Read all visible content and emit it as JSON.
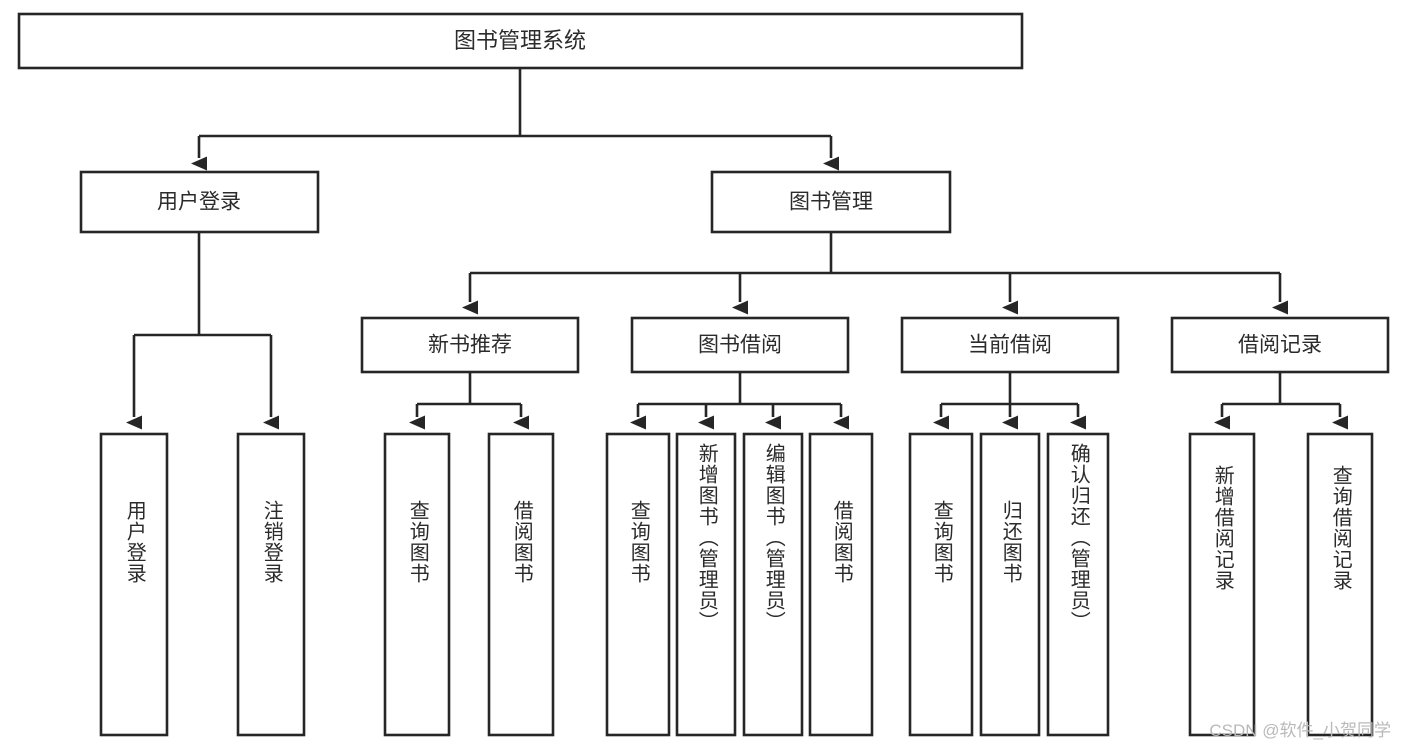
{
  "diagram": {
    "type": "hierarchy-tree",
    "title": "图书管理系统",
    "orientation": "top-down",
    "colors": {
      "stroke": "#262626",
      "fill": "#ffffff",
      "text": "#2b2b2b",
      "watermark": "#b9b9b9",
      "background": "#ffffff"
    },
    "root": {
      "id": "root",
      "label": "图书管理系统",
      "orientation": "horizontal"
    },
    "level2": [
      {
        "id": "user-login",
        "label": "用户登录",
        "orientation": "horizontal"
      },
      {
        "id": "book-management",
        "label": "图书管理",
        "orientation": "horizontal"
      }
    ],
    "level3": [
      {
        "id": "new-book-recommend",
        "label": "新书推荐",
        "orientation": "horizontal",
        "parent": "book-management"
      },
      {
        "id": "book-borrow",
        "label": "图书借阅",
        "orientation": "horizontal",
        "parent": "book-management"
      },
      {
        "id": "current-borrow",
        "label": "当前借阅",
        "orientation": "horizontal",
        "parent": "book-management"
      },
      {
        "id": "borrow-records",
        "label": "借阅记录",
        "orientation": "horizontal",
        "parent": "book-management"
      }
    ],
    "leaves": [
      {
        "id": "leaf-user-login",
        "label": "用户登录",
        "parent": "user-login",
        "orientation": "vertical"
      },
      {
        "id": "leaf-user-logout",
        "label": "注销登录",
        "parent": "user-login",
        "orientation": "vertical"
      },
      {
        "id": "leaf-query-book-1",
        "label": "查询图书",
        "parent": "new-book-recommend",
        "orientation": "vertical"
      },
      {
        "id": "leaf-borrow-book-1",
        "label": "借阅图书",
        "parent": "new-book-recommend",
        "orientation": "vertical"
      },
      {
        "id": "leaf-query-book-2",
        "label": "查询图书",
        "parent": "book-borrow",
        "orientation": "vertical"
      },
      {
        "id": "leaf-add-book",
        "label": "新增图书（管理员）",
        "parent": "book-borrow",
        "orientation": "vertical"
      },
      {
        "id": "leaf-edit-book",
        "label": "编辑图书（管理员）",
        "parent": "book-borrow",
        "orientation": "vertical"
      },
      {
        "id": "leaf-borrow-book-2",
        "label": "借阅图书",
        "parent": "book-borrow",
        "orientation": "vertical"
      },
      {
        "id": "leaf-query-book-3",
        "label": "查询图书",
        "parent": "current-borrow",
        "orientation": "vertical"
      },
      {
        "id": "leaf-return-book",
        "label": "归还图书",
        "parent": "current-borrow",
        "orientation": "vertical"
      },
      {
        "id": "leaf-confirm-return",
        "label": "确认归还（管理员）",
        "parent": "current-borrow",
        "orientation": "vertical"
      },
      {
        "id": "leaf-add-record",
        "label": "新增借阅记录",
        "parent": "borrow-records",
        "orientation": "vertical"
      },
      {
        "id": "leaf-query-record",
        "label": "查询借阅记录",
        "parent": "borrow-records",
        "orientation": "vertical"
      }
    ]
  },
  "watermark": {
    "text": "CSDN @软件_小贺同学"
  }
}
